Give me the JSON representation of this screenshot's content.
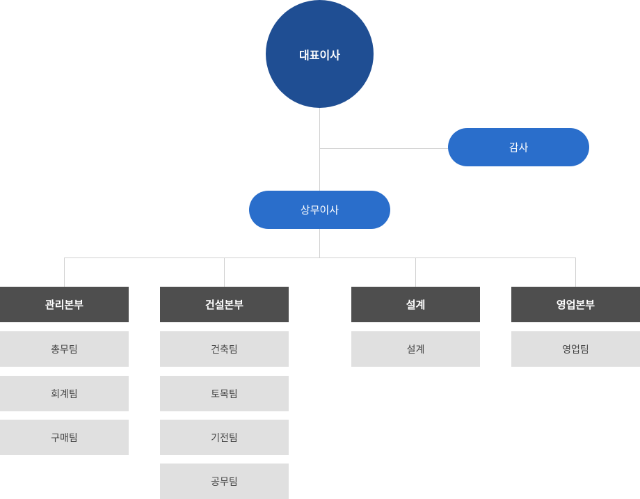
{
  "ceo": "대표이사",
  "auditor": "감사",
  "managing_director": "상무이사",
  "departments": [
    {
      "name": "관리본부",
      "teams": [
        "총무팀",
        "회계팀",
        "구매팀"
      ]
    },
    {
      "name": "건설본부",
      "teams": [
        "건축팀",
        "토목팀",
        "기전팀",
        "공무팀"
      ]
    },
    {
      "name": "설계",
      "teams": [
        "설계"
      ]
    },
    {
      "name": "영업본부",
      "teams": [
        "영업팀"
      ]
    }
  ],
  "colors": {
    "ceo": "#1f4e93",
    "pill": "#2a6ecb",
    "department": "#4e4e4e",
    "team": "#e0e0e0",
    "connector": "#d0d0d0"
  }
}
